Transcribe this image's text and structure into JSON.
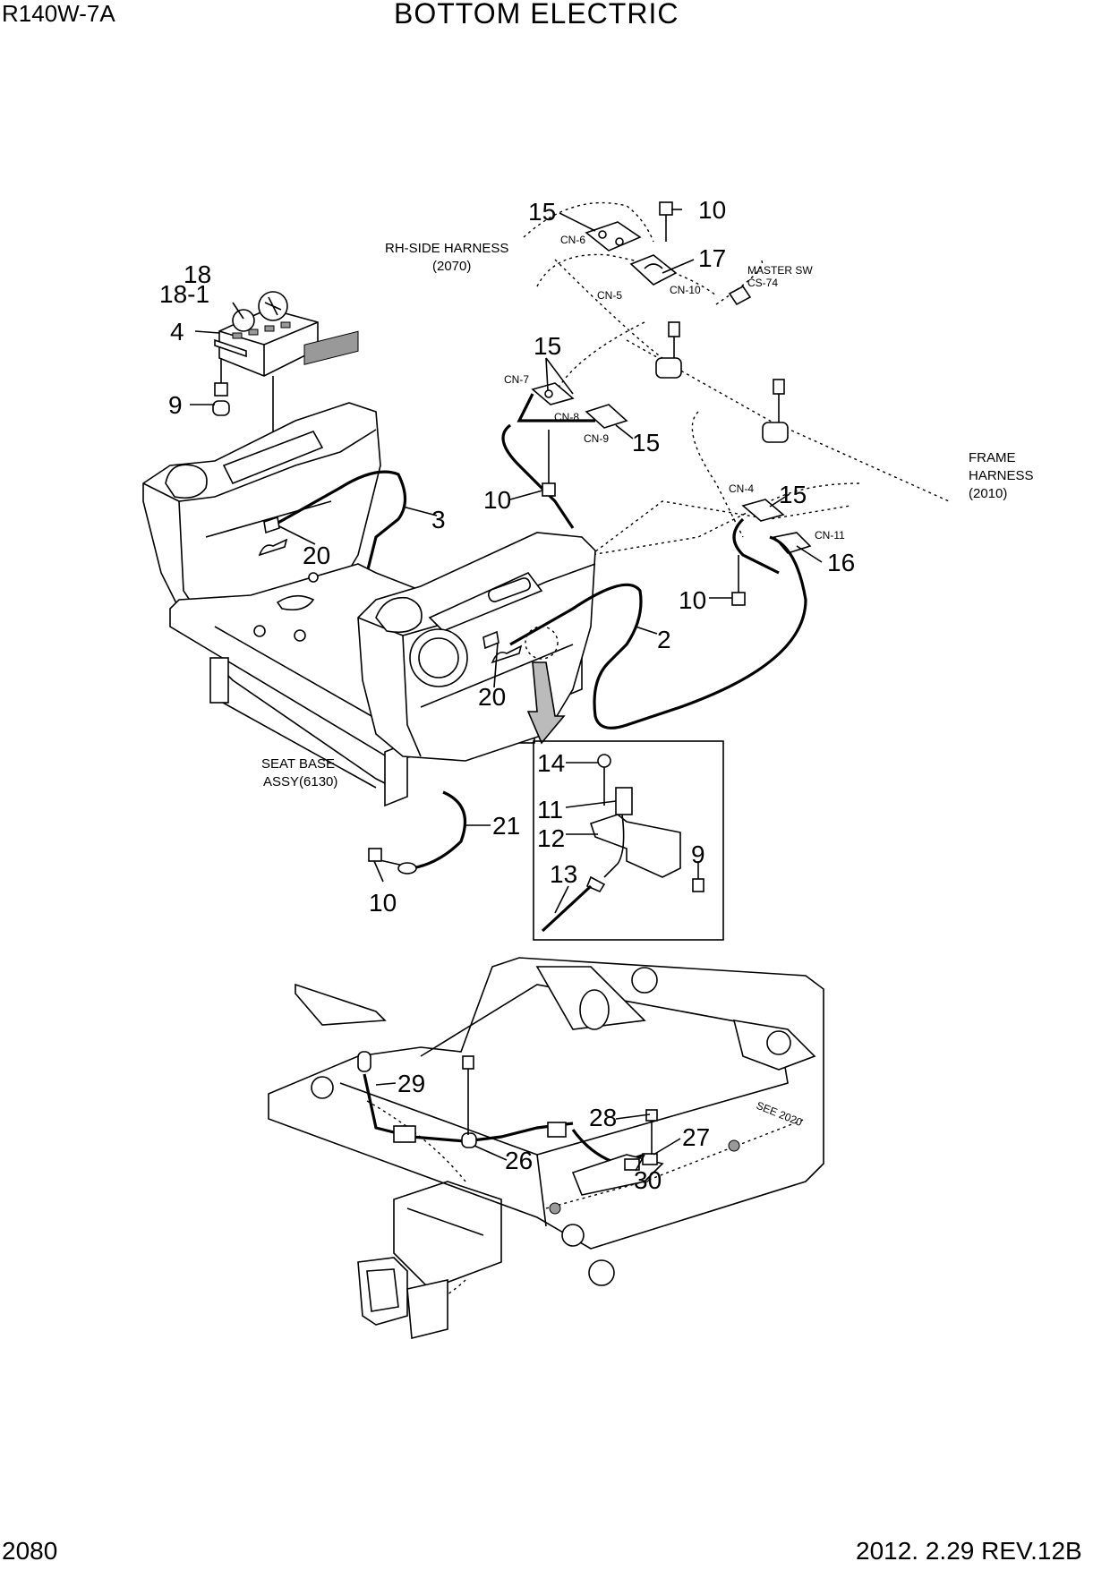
{
  "header": {
    "model": "R140W-7A",
    "title": "BOTTOM ELECTRIC"
  },
  "footer": {
    "page_number": "2080",
    "revision": "2012. 2.29  REV.12B"
  },
  "notes": {
    "rh_side_harness": "RH-SIDE HARNESS",
    "rh_side_harness_ref": "(2070)",
    "master_sw": "MASTER SW",
    "master_sw_ref": "CS-74",
    "frame_harness": "FRAME",
    "frame_harness_2": "HARNESS",
    "frame_harness_ref": "(2010)",
    "seat_base": "SEAT BASE",
    "seat_base_ref": "ASSY(6130)",
    "see_ref": "SEE 2020"
  },
  "connectors": [
    "CN-6",
    "CN-5",
    "CN-10",
    "CN-7",
    "CN-8",
    "CN-9",
    "CN-4",
    "CN-11"
  ],
  "callouts": [
    "15",
    "10",
    "17",
    "18",
    "18-1",
    "4",
    "9",
    "15",
    "15",
    "10",
    "3",
    "15",
    "16",
    "20",
    "10",
    "2",
    "20",
    "14",
    "11",
    "12",
    "9",
    "21",
    "13",
    "10",
    "29",
    "28",
    "27",
    "26",
    "30"
  ]
}
